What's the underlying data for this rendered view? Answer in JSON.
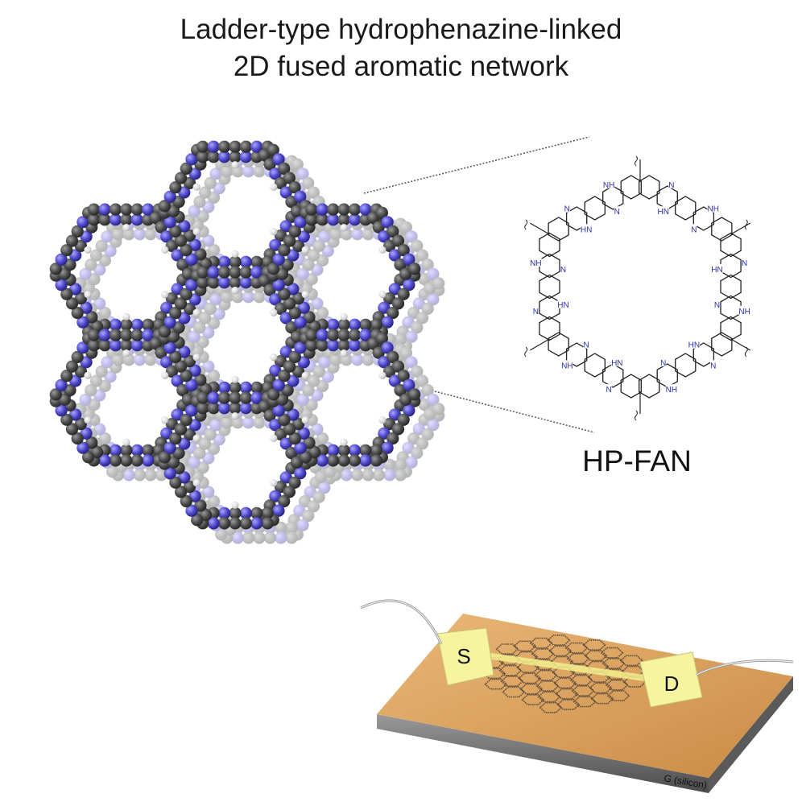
{
  "title": {
    "line1": "Ladder-type hydrophenazine-linked",
    "line2": "2D fused aromatic network"
  },
  "structure": {
    "label": "HP-FAN",
    "atom_n": "N",
    "atom_nh": "NH",
    "atom_hn": "HN"
  },
  "device": {
    "source_label": "S",
    "drain_label": "D",
    "gate_label": "G (silicon)"
  },
  "colors": {
    "carbon": "#4a4a4a",
    "nitrogen": "#4b45c8",
    "hydrogen": "#e6e6e6",
    "bond": "#222222",
    "n_text": "#2a2fb5",
    "electrode": "#f6f39a",
    "substrate_top": "#d9a25e",
    "substrate_side": "#777777"
  }
}
